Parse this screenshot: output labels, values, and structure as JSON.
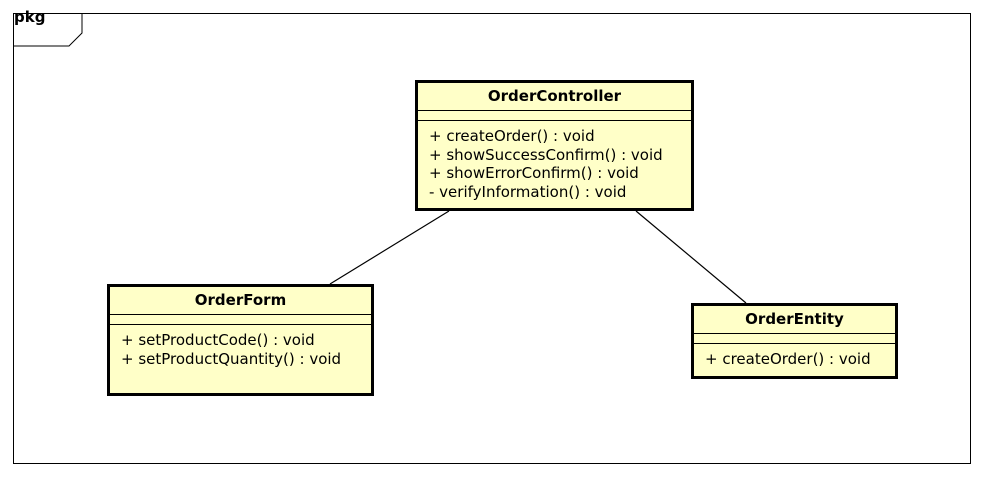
{
  "package": {
    "label": "pkg"
  },
  "classes": {
    "controller": {
      "name": "OrderController",
      "operations": [
        "+ createOrder() : void",
        "+ showSuccessConfirm() : void",
        "+ showErrorConfirm() : void",
        "- verifyInformation() : void"
      ]
    },
    "form": {
      "name": "OrderForm",
      "operations": [
        "+ setProductCode() : void",
        "+ setProductQuantity() : void"
      ]
    },
    "entity": {
      "name": "OrderEntity",
      "operations": [
        "+ createOrder() : void"
      ]
    }
  },
  "associations": [
    {
      "from": "controller",
      "to": "form"
    },
    {
      "from": "controller",
      "to": "entity"
    }
  ],
  "colors": {
    "class_fill": "#ffffc8",
    "stroke": "#000000",
    "background": "#ffffff"
  }
}
